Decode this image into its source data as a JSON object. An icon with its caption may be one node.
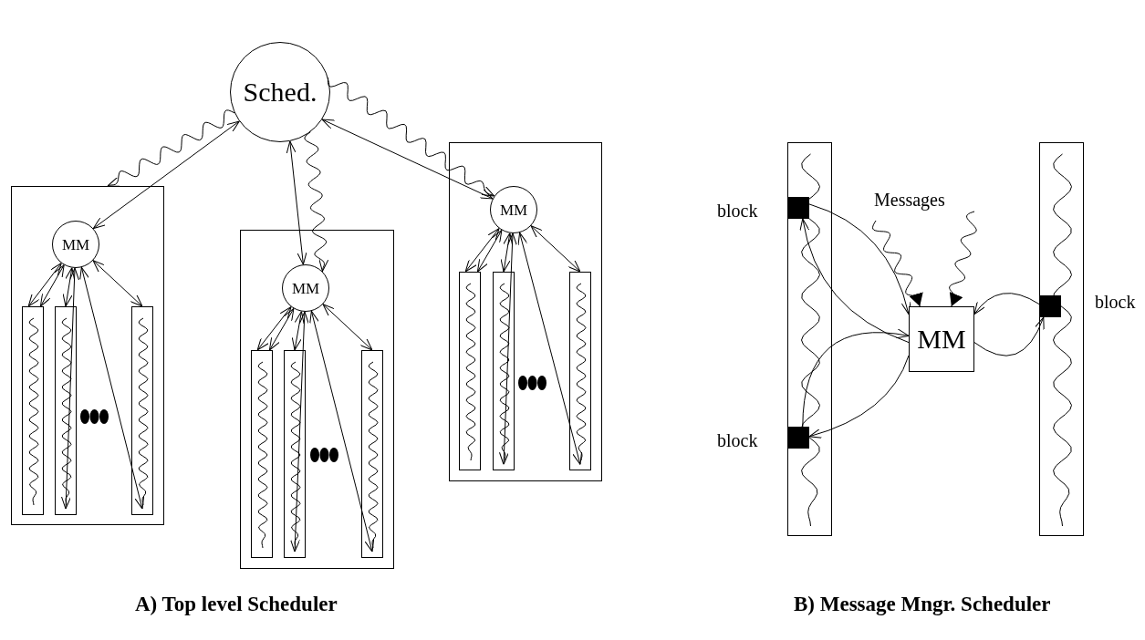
{
  "diagram": {
    "nodes": [
      {
        "text": [
          "Sched."
        ]
      },
      {
        "text": [],
        "shape": "box"
      },
      {
        "text": [
          "MM"
        ],
        "in": 1
      },
      {
        "text": [],
        "shape": "bar",
        "in": 1
      },
      {
        "text": [],
        "shape": "bar",
        "in": 1
      },
      {
        "text": [],
        "shape": "bar",
        "in": 1
      },
      {
        "text": [],
        "shape": "box"
      },
      {
        "text": [
          "MM"
        ],
        "in": 6
      },
      {
        "text": [],
        "shape": "bar",
        "in": 6
      },
      {
        "text": [],
        "shape": "bar",
        "in": 6
      },
      {
        "text": [],
        "shape": "bar",
        "in": 6
      },
      {
        "text": [],
        "shape": "box"
      },
      {
        "text": [
          "MM"
        ],
        "in": 11
      },
      {
        "text": [],
        "shape": "bar",
        "in": 11
      },
      {
        "text": [],
        "shape": "bar",
        "in": 11
      },
      {
        "text": [],
        "shape": "bar",
        "in": 11
      },
      {
        "text": [],
        "shape": "bar"
      },
      {
        "text": [],
        "shape": "square",
        "in": 16,
        "beside": [
          "block"
        ]
      },
      {
        "text": [],
        "shape": "square",
        "in": 16,
        "beside": [
          "block"
        ]
      },
      {
        "text": [
          "MM"
        ]
      },
      {
        "text": [],
        "shape": "bar"
      },
      {
        "text": [],
        "shape": "square",
        "in": 20,
        "beside": [
          "block"
        ]
      }
    ],
    "edges": [
      {
        "from": 0,
        "to": 1,
        "arrow": "to"
      },
      {
        "from": 0,
        "to": 2,
        "arrow": "both"
      },
      {
        "from": 0,
        "to": 7,
        "arrow": "to"
      },
      {
        "from": 0,
        "to": 7,
        "arrow": "both"
      },
      {
        "from": 0,
        "to": 12,
        "arrow": "to"
      },
      {
        "from": 0,
        "to": 12,
        "arrow": "both"
      },
      {
        "from": 2,
        "to": 3,
        "arrow": "both"
      },
      {
        "from": 2,
        "to": 3,
        "arrow": "both"
      },
      {
        "from": 2,
        "to": 4,
        "arrow": "both"
      },
      {
        "from": 2,
        "to": 4,
        "arrow": "both"
      },
      {
        "from": 2,
        "to": 5,
        "arrow": "both"
      },
      {
        "from": 2,
        "to": 5,
        "arrow": "both"
      },
      {
        "from": 7,
        "to": 8,
        "arrow": "both"
      },
      {
        "from": 7,
        "to": 8,
        "arrow": "both"
      },
      {
        "from": 7,
        "to": 9,
        "arrow": "both"
      },
      {
        "from": 7,
        "to": 9,
        "arrow": "both"
      },
      {
        "from": 7,
        "to": 10,
        "arrow": "both"
      },
      {
        "from": 7,
        "to": 10,
        "arrow": "both"
      },
      {
        "from": 12,
        "to": 13,
        "arrow": "both"
      },
      {
        "from": 12,
        "to": 13,
        "arrow": "both"
      },
      {
        "from": 12,
        "to": 14,
        "arrow": "both"
      },
      {
        "from": 12,
        "to": 14,
        "arrow": "both"
      },
      {
        "from": 12,
        "to": 15,
        "arrow": "both"
      },
      {
        "from": 12,
        "to": 15,
        "arrow": "both"
      },
      {
        "from": 17,
        "to": 19,
        "arrow": "to"
      },
      {
        "from": 19,
        "to": 17,
        "arrow": "to"
      },
      {
        "from": 19,
        "to": 18,
        "arrow": "to"
      },
      {
        "from": 18,
        "to": 19,
        "arrow": "to"
      },
      {
        "from": 21,
        "to": 19,
        "arrow": "to"
      },
      {
        "from": 19,
        "to": 21,
        "arrow": "to"
      },
      {
        "from": null,
        "to": 19,
        "arrow": "to"
      },
      {
        "from": null,
        "to": 19,
        "arrow": "to"
      }
    ],
    "labels": [
      "Messages",
      "A) Top level Scheduler",
      "B) Message Mngr. Scheduler"
    ]
  }
}
